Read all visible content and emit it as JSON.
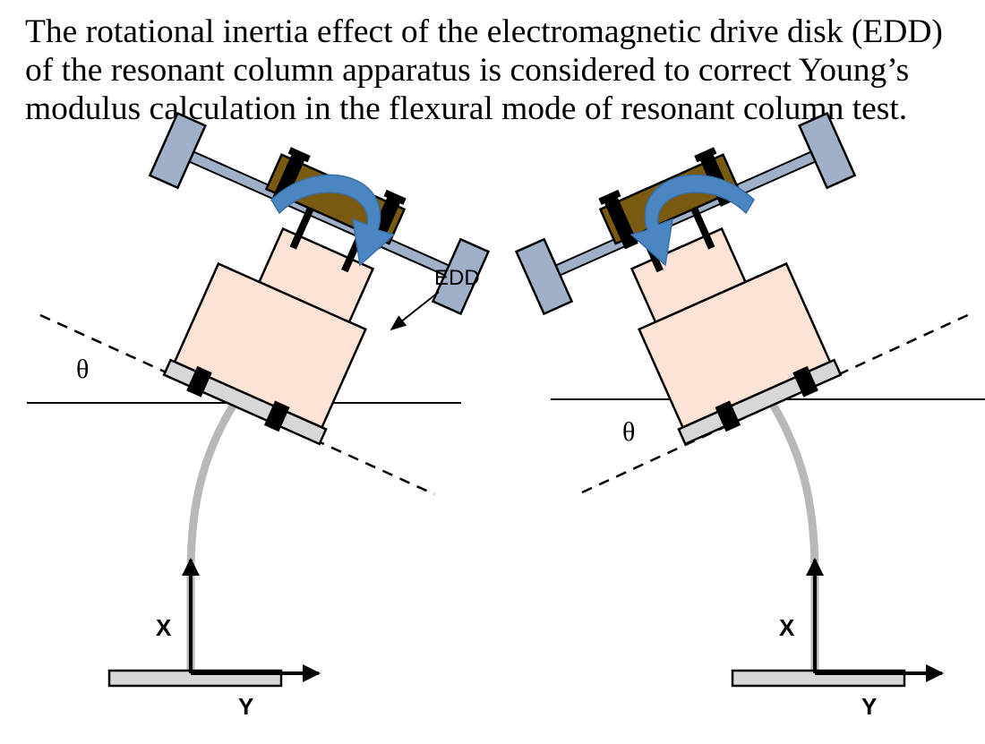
{
  "caption": {
    "lines": [
      "The rotational inertia effect of the electromagnetic drive disk (EDD)",
      "of the resonant column apparatus is considered to correct Young’s",
      "modulus calculation in the flexural mode of resonant column test."
    ]
  },
  "left_panel": {
    "edd_label": "EDD",
    "angle_label": "θ",
    "axis_x_label": "X",
    "axis_y_label": "Y"
  },
  "right_panel": {
    "angle_label": "θ",
    "axis_x_label": "X",
    "axis_y_label": "Y"
  },
  "colors": {
    "rotation_arrow": "#4a86c2",
    "drive_plate": "#7a5a10",
    "magnet_arm": "#9fb0c8",
    "specimen_body": "#fde3d5",
    "column_rod": "#b8b8b8",
    "base_plate": "#d7d7d7"
  }
}
